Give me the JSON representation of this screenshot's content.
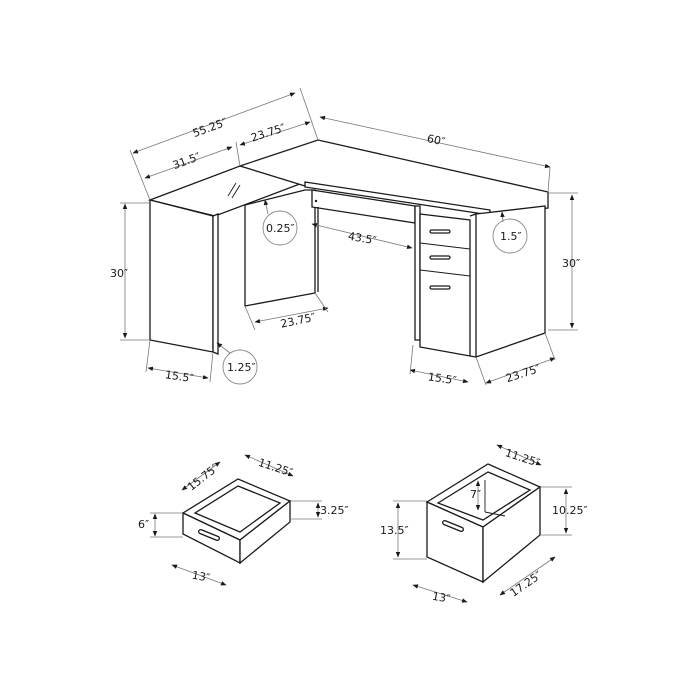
{
  "diagram": {
    "subject": "L-shaped computer desk with drawer dimension details",
    "desk": {
      "labels": {
        "overall_left_width": "55.25″",
        "left_return_width": "31.5″",
        "left_top_depth": "23.75″",
        "main_width": "60″",
        "left_height": "30″",
        "right_height": "30″",
        "top_thickness_left": "0.25″",
        "top_thickness_right": "1.5″",
        "knee_space_width": "43.5″",
        "inner_panel_depth": "23.75″",
        "left_leg_depth": "15.5″",
        "left_leg_thickness": "1.25″",
        "pedestal_width": "15.5″",
        "pedestal_depth": "23.75″"
      }
    },
    "small_drawer": {
      "labels": {
        "depth": "15.75″",
        "inner_width": "11.25″",
        "front_height": "6″",
        "side_height": "3.25″",
        "front_width": "13″"
      }
    },
    "file_drawer": {
      "labels": {
        "inner_width": "11.25″",
        "inner_height": "7″",
        "front_height": "13.5″",
        "side_height": "10.25″",
        "front_width": "13″",
        "depth": "17.25″"
      }
    }
  }
}
